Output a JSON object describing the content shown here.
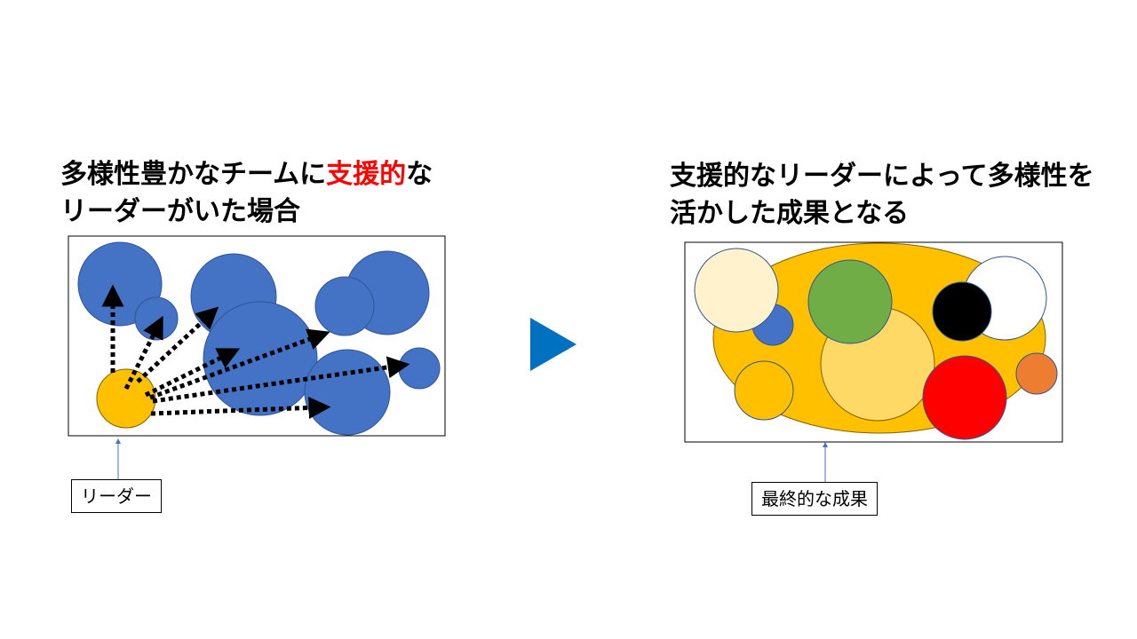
{
  "left_panel": {
    "title_line1_pre": "多様性豊かなチームに",
    "title_line1_emph": "支援的",
    "title_line1_post": "な",
    "title_line2": "リーダーがいた場合",
    "callout_label": "リーダー"
  },
  "right_panel": {
    "title_line1": "支援的なリーダーによって多様性を",
    "title_line2": "活かした成果となる",
    "callout_label": "最終的な成果"
  },
  "colors": {
    "team_member": "#4472C4",
    "leader": "#FFC000",
    "emphasis": "#FF0000",
    "arrow_triangle": "#0070C0",
    "outcome_blob": "#FFC000",
    "cream": "#FFF2CC",
    "green": "#70AD47",
    "light_gold": "#FFD966",
    "black": "#000000",
    "white": "#FFFFFF",
    "red": "#FF0000",
    "orange": "#ED7D31"
  },
  "icons": {
    "transition": "play-triangle-icon",
    "pointer": "up-arrow-icon"
  }
}
